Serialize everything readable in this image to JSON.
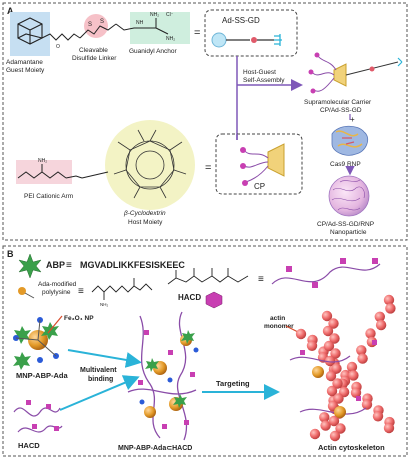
{
  "panel_a": {
    "letter": "A",
    "adamantane": {
      "line1": "Adamantane",
      "line2": "Guest Moiety"
    },
    "cleavable": {
      "line1": "Cleavable",
      "line2": "Disulfide Linker"
    },
    "guanidyl": "Guanidyl Anchor",
    "ss_s1": "S",
    "ss_s2": "S",
    "nh_main": "NH",
    "nh2_plus": "NH₂",
    "cl_minus": "Cl⁻",
    "ad_ss_gd_label": "Ad-SS-GD",
    "host_guest": {
      "line1": "Host-Guest",
      "line2": "Self-Assembly"
    },
    "supramolecular": {
      "line1": "Supramolecular Carrier",
      "line2": "CP/Ad-SS-GD"
    },
    "plus_sign": "+",
    "cas9": "Cas9 RNP",
    "cp_label": "CP",
    "pei": "PEI Cationic Arm",
    "nh2_pei": "NH₂",
    "cyclodextrin": {
      "line1": "β-Cyclodextrin",
      "line2": "Host Moiety"
    },
    "nanoparticle": {
      "line1": "CP/Ad-SS-GD/RNP",
      "line2": "Nanoparticle"
    }
  },
  "panel_b": {
    "letter": "B",
    "abp_label": "ABP",
    "abp_sequence": "MGVADLIKKFESISKEEC",
    "ada_modified": {
      "line1": "Ada-modified",
      "line2": "polylysine"
    },
    "hacd_label": "HACD",
    "fe3o4": "Fe₃O₄ NP",
    "mnp_abp_ada": "MNP-ABP-Ada",
    "multivalent": {
      "line1": "Multivalent",
      "line2": "binding"
    },
    "targeting": "Targeting",
    "actin_monomer": {
      "line1": "actin",
      "line2": "monomer"
    },
    "hacd_bottom": "HACD",
    "mnp_complex": "MNP-ABP-Ada⊂HACD",
    "actin_cytoskeleton": "Actin cytoskeleton"
  },
  "colors": {
    "adamantane_bg": "#c6dff2",
    "disulfide_bg": "#f6c1c8",
    "guanidyl_bg": "#cfeede",
    "pei_bg": "#f6d5dc",
    "cd_bg": "#f3f3c5",
    "arrow_purple": "#7f58b8",
    "arrow_cyan": "#2ab3d8",
    "actin": "#ef6c6c",
    "magenta": "#c83fb2",
    "gold": "#e39a28",
    "green": "#3aa04a"
  }
}
